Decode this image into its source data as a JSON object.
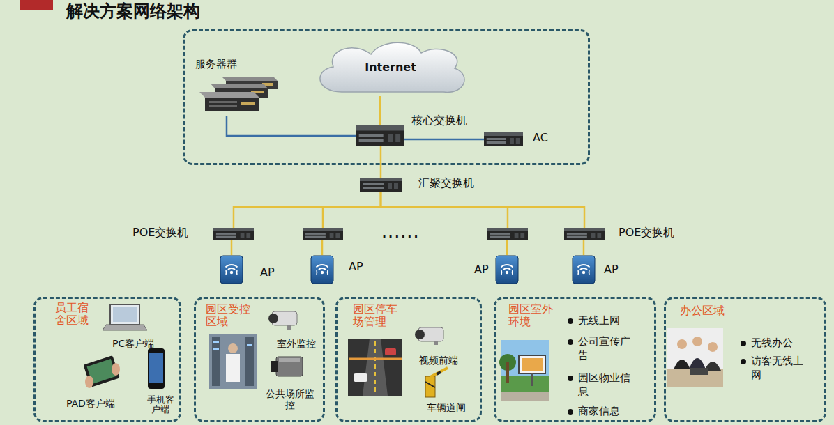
{
  "diagram": {
    "title": "解决方案网络架构",
    "nodes": [
      {
        "text": []
      },
      {
        "text": [
          "服务器群"
        ],
        "in": 0
      },
      {
        "text": [
          "Internet"
        ],
        "in": 0
      },
      {
        "text": [
          "核心交换机"
        ],
        "in": 0
      },
      {
        "text": [
          "AC"
        ],
        "in": 0
      },
      {
        "text": [
          "汇聚交换机"
        ]
      },
      {
        "text": [
          "POE交换机"
        ]
      },
      {
        "text": []
      },
      {
        "text": []
      },
      {
        "text": [
          "POE交换机"
        ]
      },
      {
        "text": [
          "AP"
        ]
      },
      {
        "text": [
          "AP"
        ]
      },
      {
        "text": [
          "AP"
        ]
      },
      {
        "text": [
          "AP"
        ]
      },
      {
        "text": [
          "员工宿舍区域",
          "PC客户端",
          "PAD客户端",
          "手机客户端"
        ]
      },
      {
        "text": [
          "园区受控区域",
          "室外监控",
          "公共场所监控"
        ]
      },
      {
        "text": [
          "园区停车场管理",
          "视频前端",
          "车辆道闸"
        ]
      },
      {
        "text": [
          "园区室外环境",
          "无线上网",
          "公司宣传广告",
          "园区物业信息",
          "商家信息"
        ]
      },
      {
        "text": [
          "办公区域",
          "无线办公",
          "访客无线上网"
        ]
      }
    ],
    "edges": [
      {
        "from": 2,
        "to": 3,
        "arrow": "none"
      },
      {
        "from": 1,
        "to": 3,
        "arrow": "none"
      },
      {
        "from": 3,
        "to": 4,
        "arrow": "none"
      },
      {
        "from": 3,
        "to": 5,
        "arrow": "none"
      },
      {
        "from": 5,
        "to": 6,
        "arrow": "none"
      },
      {
        "from": 5,
        "to": 7,
        "arrow": "none"
      },
      {
        "from": 5,
        "to": 8,
        "arrow": "none"
      },
      {
        "from": 5,
        "to": 9,
        "arrow": "none"
      },
      {
        "from": 6,
        "to": 10,
        "arrow": "none"
      },
      {
        "from": 7,
        "to": 11,
        "arrow": "none"
      },
      {
        "from": 8,
        "to": 12,
        "arrow": "none"
      },
      {
        "from": 9,
        "to": 13,
        "arrow": "none"
      }
    ],
    "labels": [
      "......"
    ]
  }
}
